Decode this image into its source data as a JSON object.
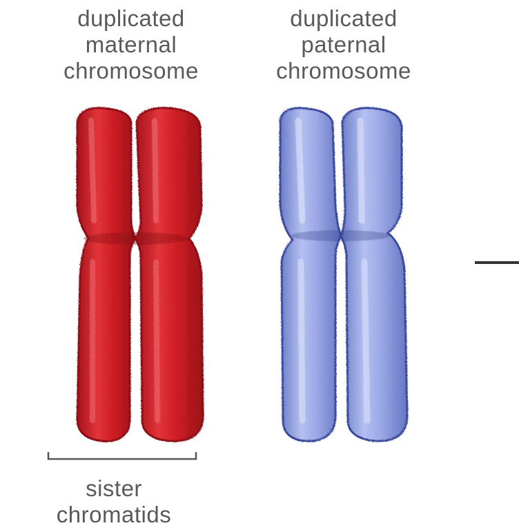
{
  "labels": {
    "maternal": {
      "line1": "duplicated",
      "line2": "maternal",
      "line3": "chromosome"
    },
    "paternal": {
      "line1": "duplicated",
      "line2": "paternal",
      "line3": "chromosome"
    },
    "sister": {
      "line1": "sister",
      "line2": "chromatids"
    }
  },
  "colors": {
    "maternal_fill": "#d0232a",
    "maternal_edge": "#8e1015",
    "maternal_highlight": "#f0757a",
    "paternal_fill": "#8c9be0",
    "paternal_edge": "#3a4a9c",
    "paternal_highlight": "#c8d0f5",
    "label_text": "#5a5a5a",
    "bracket": "#555555"
  }
}
